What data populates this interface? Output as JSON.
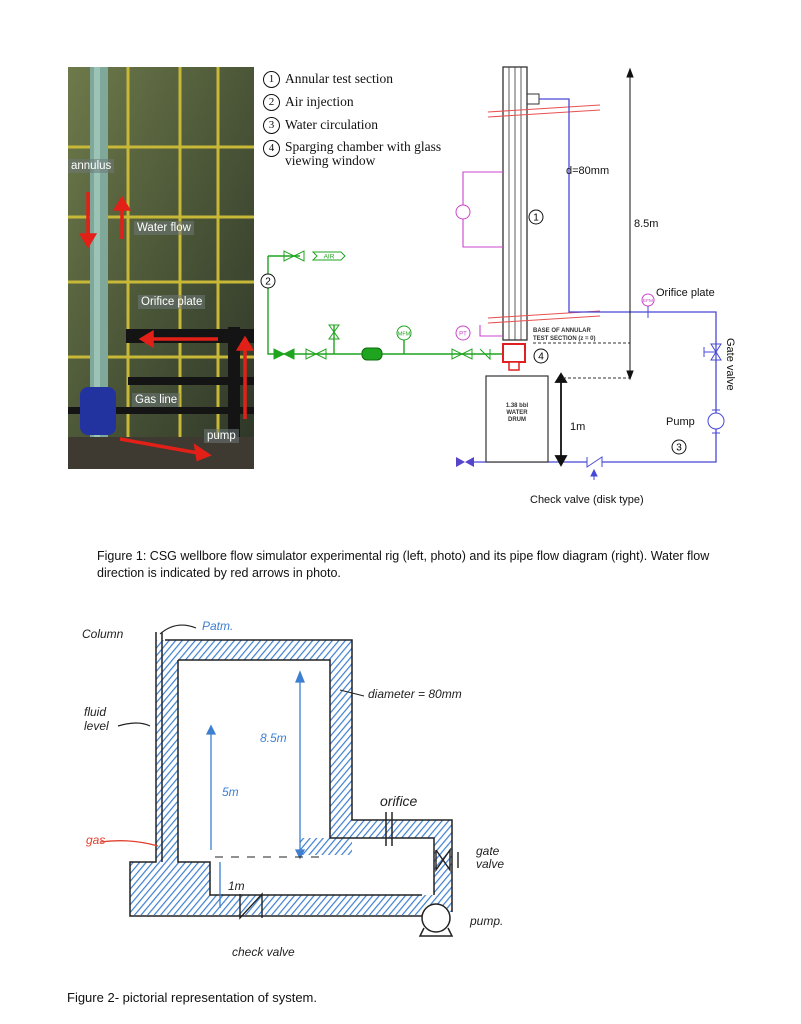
{
  "legend": [
    {
      "num": "1",
      "text": "Annular test section"
    },
    {
      "num": "2",
      "text": "Air injection"
    },
    {
      "num": "3",
      "text": "Water circulation"
    },
    {
      "num": "4",
      "text": "Sparging chamber with glass viewing window"
    }
  ],
  "photo_labels": {
    "annulus": "annulus",
    "water_flow": "Water flow",
    "orifice_plate": "Orifice plate",
    "gas_line": "Gas line",
    "pump": "pump"
  },
  "schematic": {
    "diameter": "d=80mm",
    "height": "8.5m",
    "orifice_plate": "Orifice plate",
    "gate_valve": "Gate valve",
    "pump": "Pump",
    "drum_height": "1m",
    "check_valve": "Check valve (disk type)",
    "air_tag": "AIR",
    "base_label_1": "BASE OF ANNULAR",
    "base_label_2": "TEST SECTION (z = 0)",
    "drum_label_1": "1.38 bbl",
    "drum_label_2": "WATER",
    "drum_label_3": "DRUM",
    "circle_1": "1",
    "circle_2": "2",
    "circle_3": "3",
    "circle_4": "4",
    "pt": "PT",
    "efm": "EFM",
    "mfm": "MFM"
  },
  "figure1_caption": "Figure 1: CSG wellbore flow simulator experimental rig (left, photo) and its pipe flow diagram (right). Water flow direction is indicated by red arrows in photo.",
  "sketch": {
    "column": "Column",
    "patm": "Patm.",
    "diameter": "diameter = 80mm",
    "fluid": "fluid",
    "level": "level",
    "height_85": "8.5m",
    "height_5": "5m",
    "orifice": "orifice",
    "gas": "gas",
    "gate": "gate",
    "valve": "valve",
    "height_1": "1m",
    "pump": "pump.",
    "check_valve": "check valve"
  },
  "figure2_caption": "Figure 2- pictorial representation of system.",
  "colors": {
    "accent_blue": "#3d7fd0",
    "arrow_red": "#e22018",
    "schem_blue": "#4848d8",
    "schem_green": "#1fa41f",
    "schem_magenta": "#cc44cc"
  }
}
